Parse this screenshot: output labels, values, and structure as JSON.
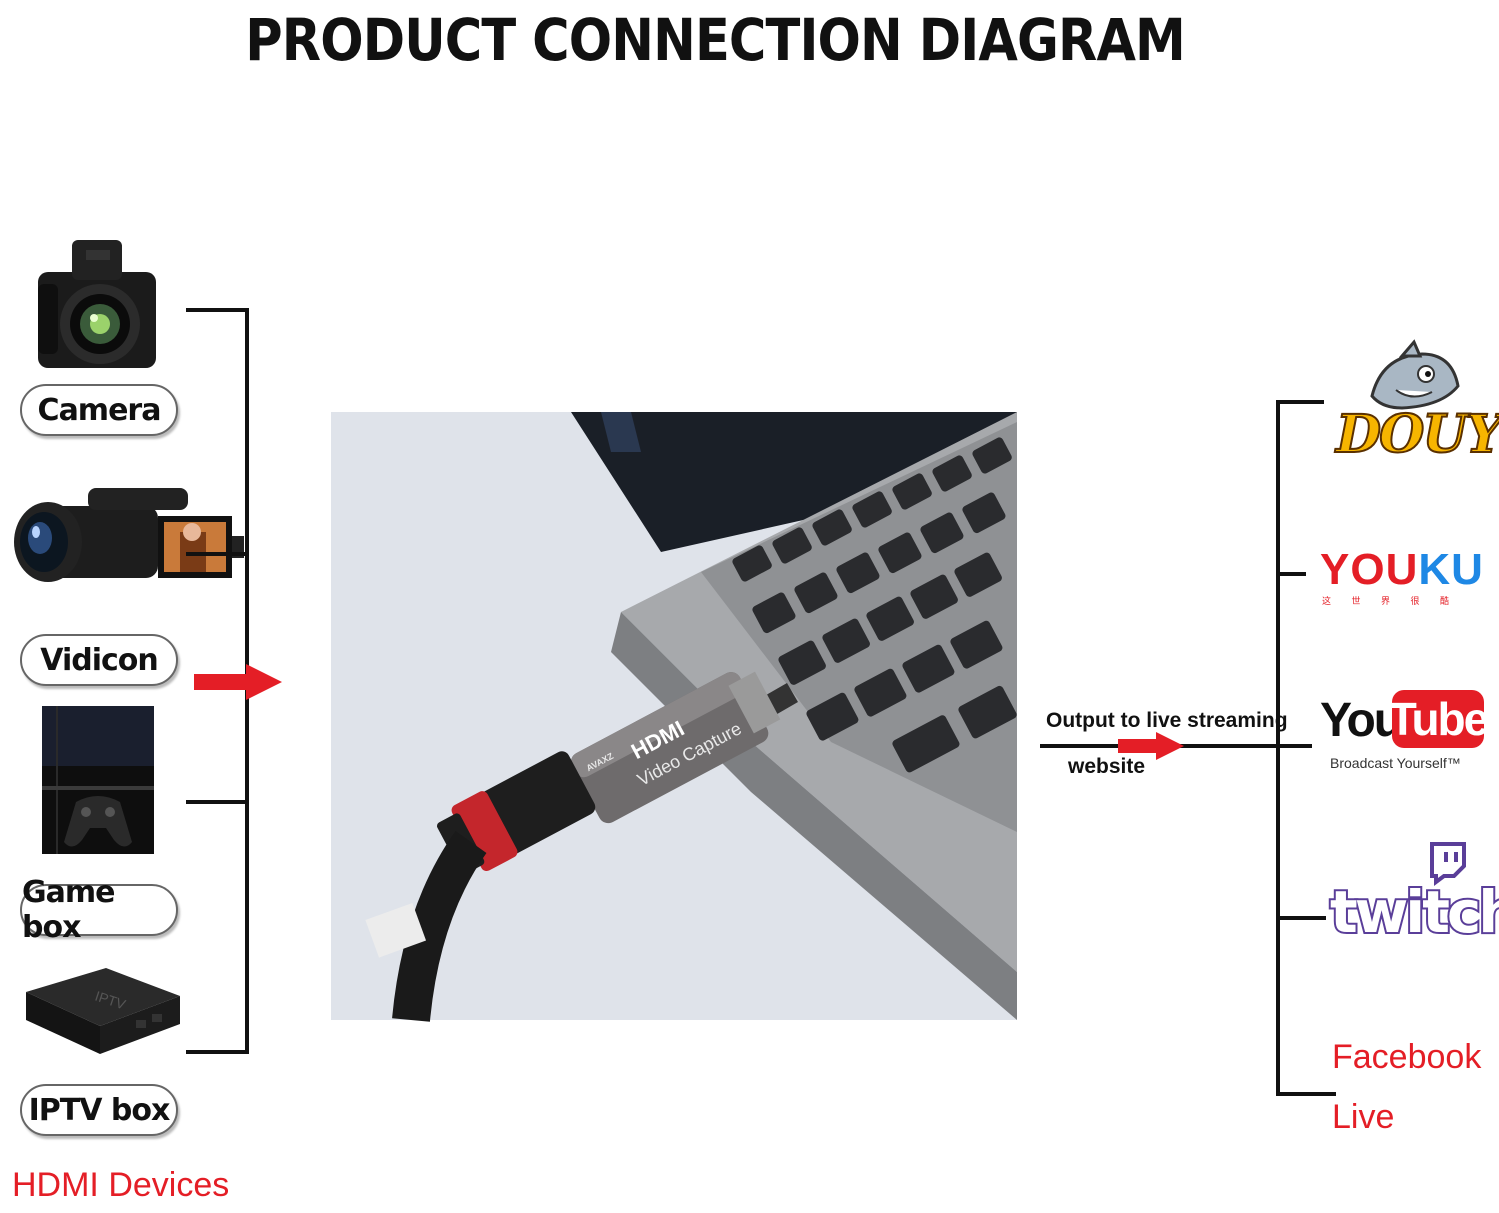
{
  "title": "PRODUCT CONNECTION DIAGRAM",
  "inputs": {
    "devices": [
      {
        "label": "Camera",
        "icon": "camera-icon"
      },
      {
        "label": "Vidicon",
        "icon": "camcorder-icon"
      },
      {
        "label": "Game box",
        "icon": "game-console-icon"
      },
      {
        "label": "IPTV box",
        "icon": "tv-box-icon"
      }
    ],
    "group_label": "HDMI Devices"
  },
  "center": {
    "device_label": "HDMI",
    "device_sublabel": "Video Capture",
    "device_brand": "AVAXZ"
  },
  "output": {
    "label_line1": "Output to live streaming",
    "label_line2": "website"
  },
  "platforms": {
    "douyu": "DOUYU",
    "youku": "YOUKU",
    "youku_sub": "这 世 界 很 酷",
    "youtube_you": "You",
    "youtube_tube": "Tube",
    "youtube_sub": "Broadcast Yourself™",
    "twitch": "twitch",
    "facebook_line1": "Facebook",
    "facebook_line2": "Live"
  },
  "colors": {
    "accent_red": "#e41e26",
    "twitch_purple": "#5a3e99",
    "douyu_yellow": "#f7b500",
    "youku_blue": "#1e88e5"
  }
}
